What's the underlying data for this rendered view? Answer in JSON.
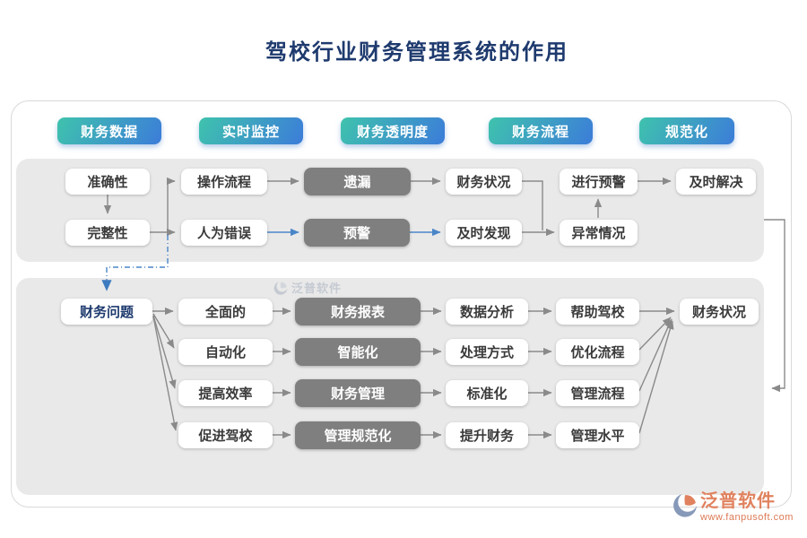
{
  "title": "驾校行业财务管理系统的作用",
  "pills": [
    {
      "label": "财务数据"
    },
    {
      "label": "实时监控"
    },
    {
      "label": "财务透明度"
    },
    {
      "label": "财务流程"
    },
    {
      "label": "规范化"
    }
  ],
  "top_flow": {
    "row1": {
      "accuracy": "准确性",
      "operation_process": "操作流程",
      "omission": "遗漏",
      "financial_status": "财务状况",
      "issue_warning": "进行预警",
      "timely_resolve": "及时解决"
    },
    "row2": {
      "completeness": "完整性",
      "human_error": "人为错误",
      "warning": "预警",
      "timely_discover": "及时发现",
      "abnormal_situation": "异常情况"
    }
  },
  "bottom_flow": {
    "source": "财务问题",
    "target": "财务状况",
    "rows": [
      {
        "c2": "全面的",
        "c3": "财务报表",
        "c4": "数据分析",
        "c5": "帮助驾校"
      },
      {
        "c2": "自动化",
        "c3": "智能化",
        "c4": "处理方式",
        "c5": "优化流程"
      },
      {
        "c2": "提高效率",
        "c3": "财务管理",
        "c4": "标准化",
        "c5": "管理流程"
      },
      {
        "c2": "促进驾校",
        "c3": "管理规范化",
        "c4": "提升财务",
        "c5": "管理水平"
      }
    ]
  },
  "watermark_center": {
    "brand": "泛普软件"
  },
  "watermark_footer": {
    "brand": "泛普软件",
    "url": "www.fanpusoft.com"
  },
  "colors": {
    "title": "#1e3a6e",
    "pill_gradient_start": "#3fc3ad",
    "pill_gradient_end": "#3c7cd9",
    "panel_gray": "#e9e9e9",
    "dark_node": "#7f7f7f",
    "connector_gray": "#8a8a8a",
    "connector_blue": "#4a86c8",
    "watermark_orange": "#e0825f",
    "watermark_blue_gray": "#8699b8"
  }
}
